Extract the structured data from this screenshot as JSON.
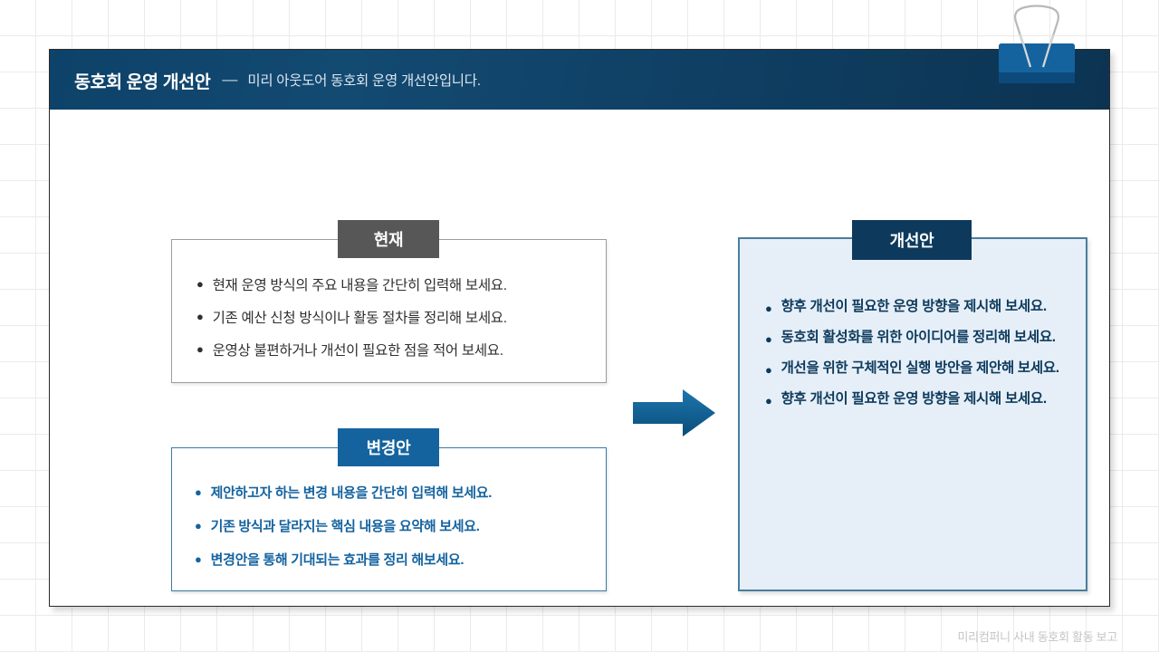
{
  "slide": {
    "header": {
      "title": "동호회 운영 개선안",
      "dash": "—",
      "subtitle": "미리 아웃도어 동호회 운영 개선안입니다."
    },
    "left_column": {
      "current": {
        "chip_label": "현재",
        "bullets": [
          "현재 운영 방식의 주요 내용을 간단히 입력해 보세요.",
          "기존 예산 신청 방식이나 활동 절차를 정리해 보세요.",
          "운영상 불편하거나 개선이 필요한 점을 적어 보세요."
        ]
      },
      "change": {
        "chip_label": "변경안",
        "bullets": [
          "제안하고자 하는 변경 내용을 간단히 입력해 보세요.",
          "기존 방식과 달라지는 핵심 내용을 요약해 보세요.",
          "변경안을 통해 기대되는 효과를 정리 해보세요."
        ]
      }
    },
    "right_column": {
      "improvement": {
        "chip_label": "개선안",
        "bullets": [
          "향후 개선이 필요한 운영 방향을 제시해 보세요.",
          "동호회 활성화를 위한 아이디어를 정리해 보세요.",
          "개선을 위한 구체적인 실행 방안을 제안해 보세요.",
          "향후 개선이 필요한 운영 방향을 제시해 보세요."
        ]
      }
    },
    "footer_note": "미리컴퍼니 사내 동호회 활동 보고",
    "colors": {
      "header_navy": "#0d4269",
      "current_gray": "#575757",
      "change_blue": "#14639f",
      "improve_navy": "#0d3a5c",
      "improve_panel_fill": "#e6eff8",
      "improve_panel_border": "#4b7d9d",
      "arrow_blue": "#126092",
      "clip_blue": "#14639f",
      "grid_line": "#ebebeb",
      "footer_gray": "#c5c5c5"
    }
  }
}
